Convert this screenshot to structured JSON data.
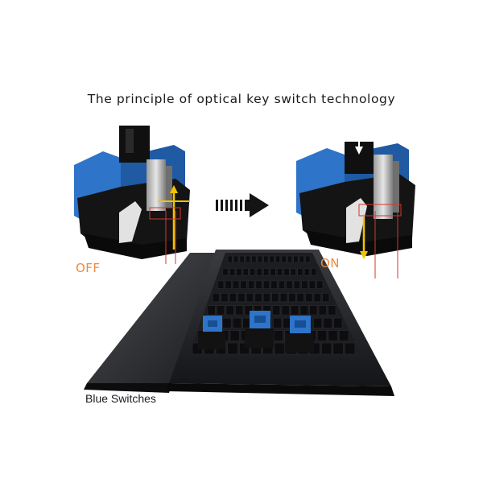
{
  "title": "The principle of optical key switch technology",
  "labels": {
    "off": "OFF",
    "on": "ON"
  },
  "caption": "Blue Switches",
  "colors": {
    "accent_orange": "#f08a3c",
    "switch_blue": "#2e74c8",
    "laser_red": "#d9342a",
    "arrow_yellow": "#f2c400",
    "housing_black": "#141414"
  },
  "icons": {
    "transition": "arrow-right-icon",
    "press": "arrow-down-icon"
  }
}
